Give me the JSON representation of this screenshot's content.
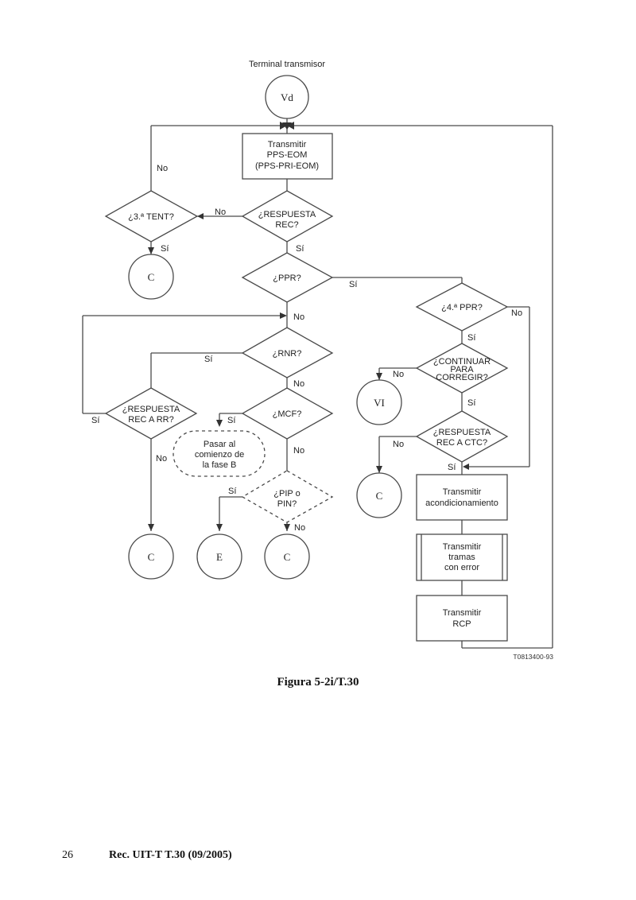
{
  "diagram": {
    "header": "Terminal transmisor",
    "connectors": {
      "start": "Vd",
      "c_after_3tent": "C",
      "vi": "VI",
      "c_after_ctc": "C",
      "c_after_rr": "C",
      "e": "E",
      "c_after_pip": "C"
    },
    "processes": {
      "transmit_pps": [
        "Transmitir",
        "PPS-EOM",
        "(PPS-PRI-EOM)"
      ],
      "transmit_training": [
        "Transmitir",
        "acondicionamiento"
      ],
      "transmit_frames": [
        "Transmitir",
        "tramas",
        "con error"
      ],
      "transmit_rcp": [
        "Transmitir",
        "RCP"
      ],
      "goto_phase_b": [
        "Pasar al",
        "comienzo de",
        "la fase B"
      ]
    },
    "decisions": {
      "resp_rec": [
        "¿RESPUESTA",
        "REC?"
      ],
      "third_try": [
        "¿3.ª TENT?"
      ],
      "ppr": [
        "¿PPR?"
      ],
      "fourth_ppr": [
        "¿4.ª PPR?"
      ],
      "continue_correct": [
        "¿CONTINUAR",
        "PARA",
        "CORREGIR?"
      ],
      "resp_ctc": [
        "¿RESPUESTA",
        "REC A CTC?"
      ],
      "rnr": [
        "¿RNR?"
      ],
      "resp_rr": [
        "¿RESPUESTA",
        "REC A RR?"
      ],
      "mcf": [
        "¿MCF?"
      ],
      "pip_pin": [
        "¿PIP o",
        "PIN?"
      ]
    },
    "labels": {
      "yes": "Sí",
      "no": "No"
    },
    "figure_code": "T0813400-93"
  },
  "caption": "Figura 5-2i/T.30",
  "footer": {
    "page_number": "26",
    "reference": "Rec. UIT-T T.30 (09/2005)"
  }
}
